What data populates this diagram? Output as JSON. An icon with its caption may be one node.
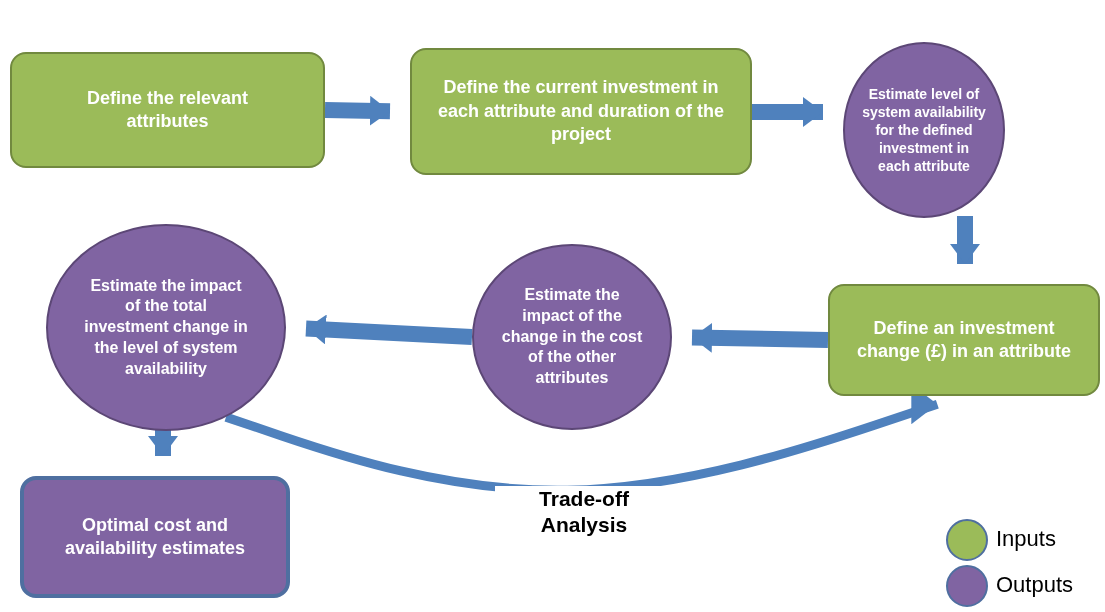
{
  "diagram": {
    "nodes": [
      {
        "text": [
          "Define the relevant attributes"
        ]
      },
      {
        "text": [
          "Define the current investment in each attribute and duration of the project"
        ]
      },
      {
        "text": [
          "Estimate level of system availability for the defined investment in each attribute"
        ]
      },
      {
        "text": [
          "Define an investment change (£) in an attribute"
        ]
      },
      {
        "text": [
          "Estimate the impact of the change in the cost of the other attributes"
        ]
      },
      {
        "text": [
          "Estimate the impact of the total investment change in the level of system availability"
        ]
      },
      {
        "text": [
          "Optimal cost and availability estimates"
        ]
      }
    ],
    "edges": [
      {
        "from": 0,
        "to": 1,
        "arrow": "to"
      },
      {
        "from": 1,
        "to": 2,
        "arrow": "to"
      },
      {
        "from": 2,
        "to": 3,
        "arrow": "to"
      },
      {
        "from": 3,
        "to": 4,
        "arrow": "to"
      },
      {
        "from": 4,
        "to": 5,
        "arrow": "to"
      },
      {
        "from": 5,
        "to": 6,
        "arrow": "to"
      },
      {
        "from": 5,
        "to": 3,
        "arrow": "to",
        "label": "Trade-off Analysis"
      }
    ],
    "legend": [
      {
        "text": "Inputs",
        "color": "#9bbb59"
      },
      {
        "text": "Outputs",
        "color": "#8064a2"
      }
    ]
  }
}
